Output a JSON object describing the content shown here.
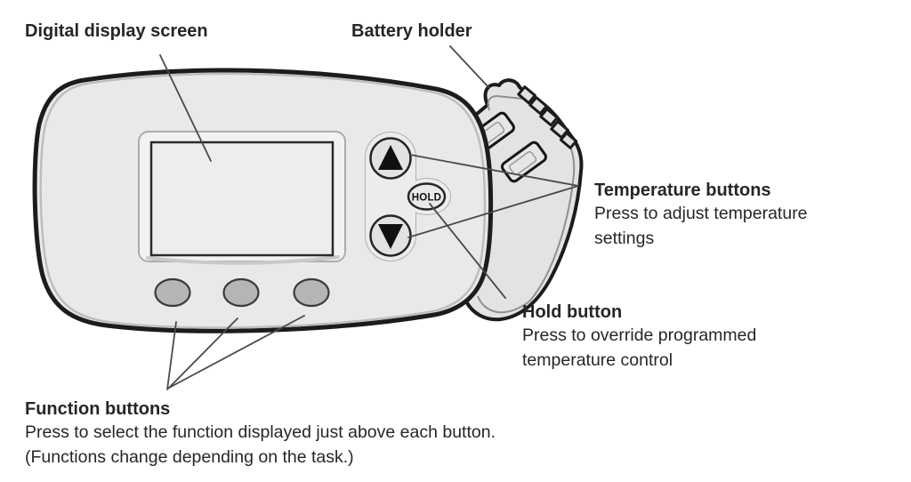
{
  "colors": {
    "paper": "#ffffff",
    "ink": "#26262a",
    "outline": "#1c1c1c",
    "body_fill": "#e9e9e9",
    "bevel": "#bdbdbd",
    "bezel_fill": "#f2f2f2",
    "screen_fill": "#ededed",
    "cluster_fill": "#ececec",
    "button_fill": "#b5b5b5",
    "callout": "#4a4a4a"
  },
  "device": {
    "hold_button_label": "HOLD"
  },
  "callouts": {
    "display": {
      "title": "Digital display screen"
    },
    "battery": {
      "title": "Battery holder"
    },
    "temperature": {
      "title": "Temperature buttons",
      "lines": [
        "Press to adjust temperature",
        "settings"
      ]
    },
    "hold": {
      "title": "Hold button",
      "lines": [
        "Press to override programmed",
        "temperature control"
      ]
    },
    "function_buttons": {
      "title": "Function buttons",
      "lines": [
        "Press to select the function displayed just above each button.",
        "(Functions change depending on the task.)"
      ]
    }
  }
}
